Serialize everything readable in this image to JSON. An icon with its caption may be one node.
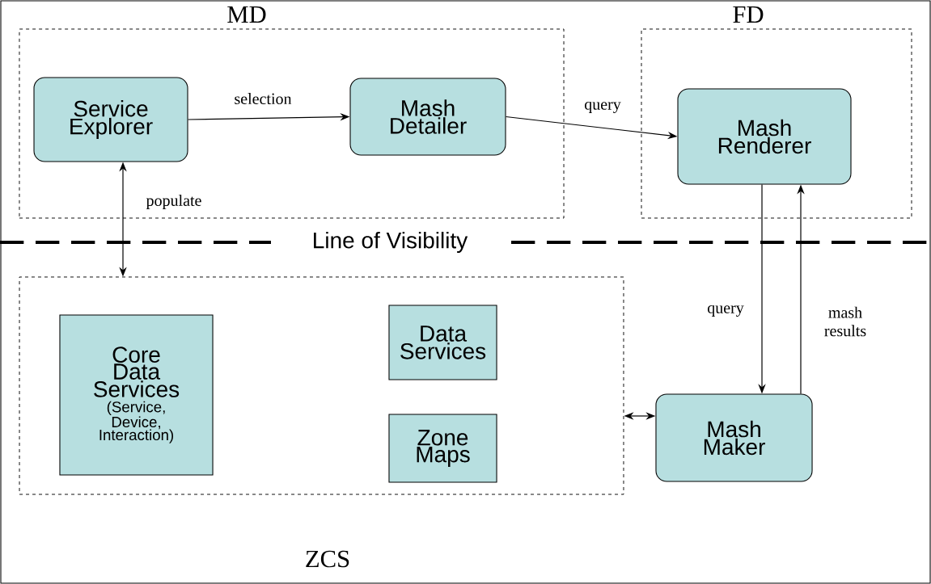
{
  "diagram": {
    "nodes": [
      {
        "text": [
          "MD"
        ]
      },
      {
        "text": [
          "Service Explorer"
        ],
        "in": 0
      },
      {
        "text": [
          "Mash Detailer"
        ],
        "in": 0
      },
      {
        "text": [
          "FD"
        ]
      },
      {
        "text": [
          "Mash Renderer"
        ],
        "in": 3
      },
      {
        "text": [
          "ZCS"
        ]
      },
      {
        "text": [
          "Core Data Services",
          "(Service, Device, Interaction)"
        ],
        "in": 5
      },
      {
        "text": [
          "Data Services"
        ],
        "in": 5
      },
      {
        "text": [
          "Zone Maps"
        ],
        "in": 5
      },
      {
        "text": [
          "Mash Maker"
        ]
      }
    ],
    "edges": [
      {
        "from": 1,
        "to": 2,
        "arrow": "to",
        "label": "selection"
      },
      {
        "from": 2,
        "to": 4,
        "arrow": "to",
        "label": "query"
      },
      {
        "from": 1,
        "to": 5,
        "arrow": "both",
        "label": "populate"
      },
      {
        "from": 4,
        "to": 9,
        "arrow": "to",
        "label": "query"
      },
      {
        "from": 9,
        "to": 4,
        "arrow": "to",
        "label": "mash results"
      },
      {
        "from": 5,
        "to": 9,
        "arrow": "both"
      }
    ],
    "labels": [
      "Line of Visibility"
    ]
  }
}
